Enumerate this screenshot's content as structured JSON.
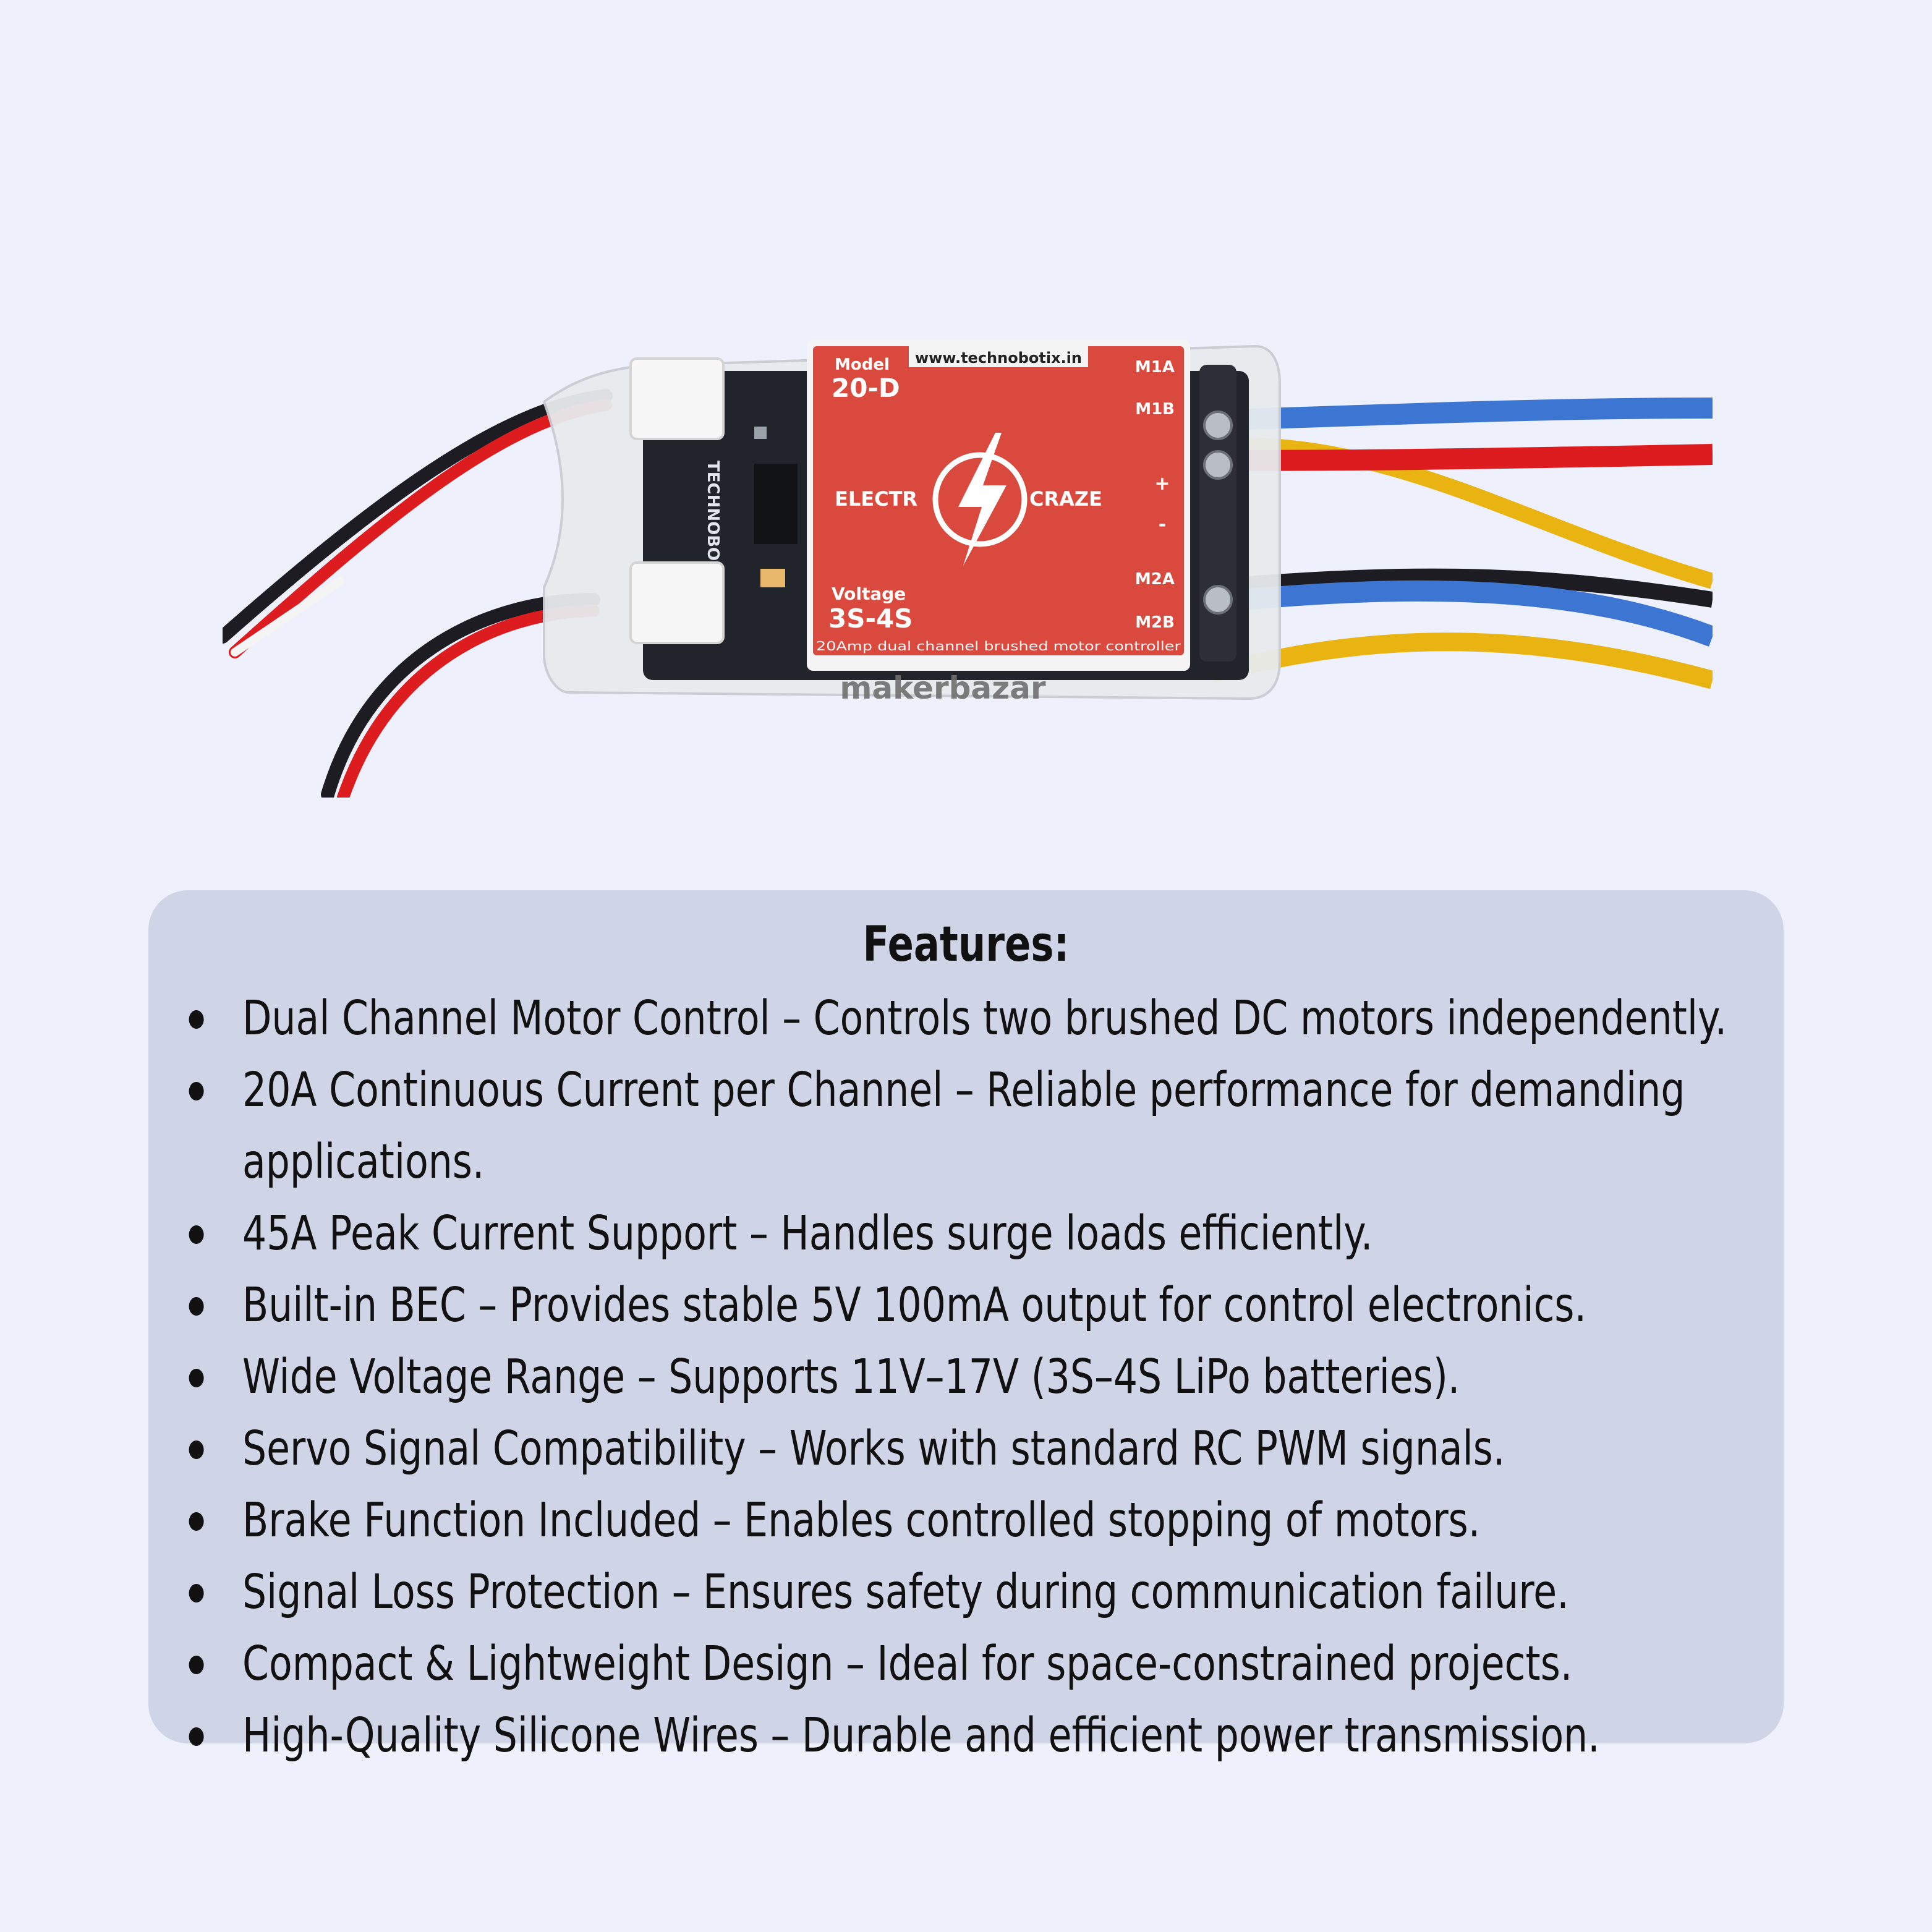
{
  "board": {
    "website": "www.technobotix.in",
    "model_label": "Model",
    "model_value": "20-D",
    "brand_left": "ELECTR",
    "brand_right": "CRAZE",
    "voltage_label": "Voltage",
    "voltage_value": "3S-4S",
    "description": "20Amp dual channel brushed motor controller",
    "terminals": [
      "M1A",
      "M1B",
      "+",
      "-",
      "M2A",
      "M2B"
    ],
    "side_text": "TECHNOBO",
    "watermark": "makerbazar"
  },
  "colors": {
    "background": "#eef1fc",
    "panel": "#cfd4e6",
    "board_red": "#d9493d",
    "wire_blue": "#3c76d2",
    "wire_red": "#dd1c20",
    "wire_yellow": "#e9b312",
    "wire_black": "#1c1c22"
  },
  "features": {
    "title": "Features:",
    "items": [
      "Dual Channel Motor Control – Controls two brushed DC motors independently.",
      "20A Continuous Current per Channel – Reliable performance for demanding applications.",
      "45A Peak Current Support – Handles surge loads efficiently.",
      "Built-in BEC – Provides stable 5V 100mA output for control electronics.",
      "Wide Voltage Range – Supports 11V–17V (3S–4S LiPo batteries).",
      "Servo Signal Compatibility – Works with standard RC PWM signals.",
      "Brake Function Included – Enables controlled stopping of motors.",
      "Signal Loss Protection – Ensures safety during communication failure.",
      "Compact & Lightweight Design – Ideal for space-constrained projects.",
      "High-Quality Silicone Wires – Durable and efficient power transmission."
    ]
  }
}
